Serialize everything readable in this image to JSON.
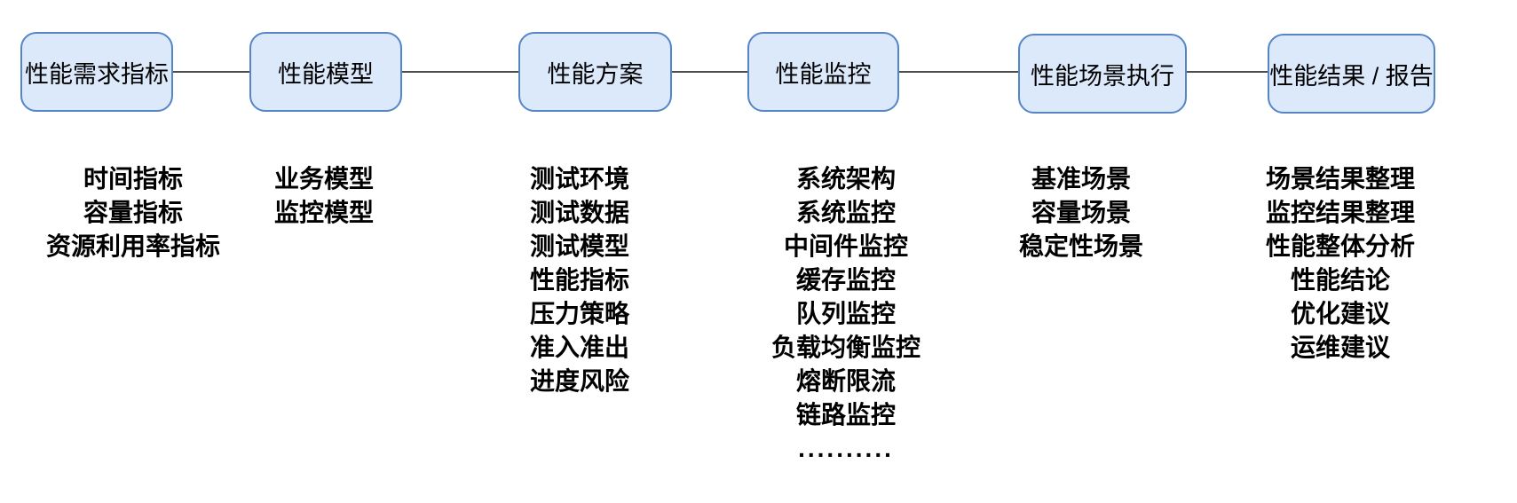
{
  "diagram": {
    "title_implicit": "性能测试流程",
    "colors": {
      "box_fill": "#DCE9FB",
      "box_border": "#5585C5",
      "connector": "#4D4D4D",
      "text": "#000000"
    },
    "stages": [
      {
        "title": "性能需求指标",
        "items": [
          "时间指标",
          "容量指标",
          "资源利用率指标"
        ]
      },
      {
        "title": "性能模型",
        "items": [
          "业务模型",
          "监控模型"
        ]
      },
      {
        "title": "性能方案",
        "items": [
          "测试环境",
          "测试数据",
          "测试模型",
          "性能指标",
          "压力策略",
          "准入准出",
          "进度风险"
        ]
      },
      {
        "title": "性能监控",
        "items": [
          "系统架构",
          "系统监控",
          "中间件监控",
          "缓存监控",
          "队列监控",
          "负载均衡监控",
          "熔断限流",
          "链路监控",
          ".........."
        ]
      },
      {
        "title": "性能场景执行",
        "items": [
          "基准场景",
          "容量场景",
          "稳定性场景"
        ]
      },
      {
        "title": "性能结果 / 报告",
        "items": [
          "场景结果整理",
          "监控结果整理",
          "性能整体分析",
          "性能结论",
          "优化建议",
          "运维建议"
        ]
      }
    ]
  }
}
